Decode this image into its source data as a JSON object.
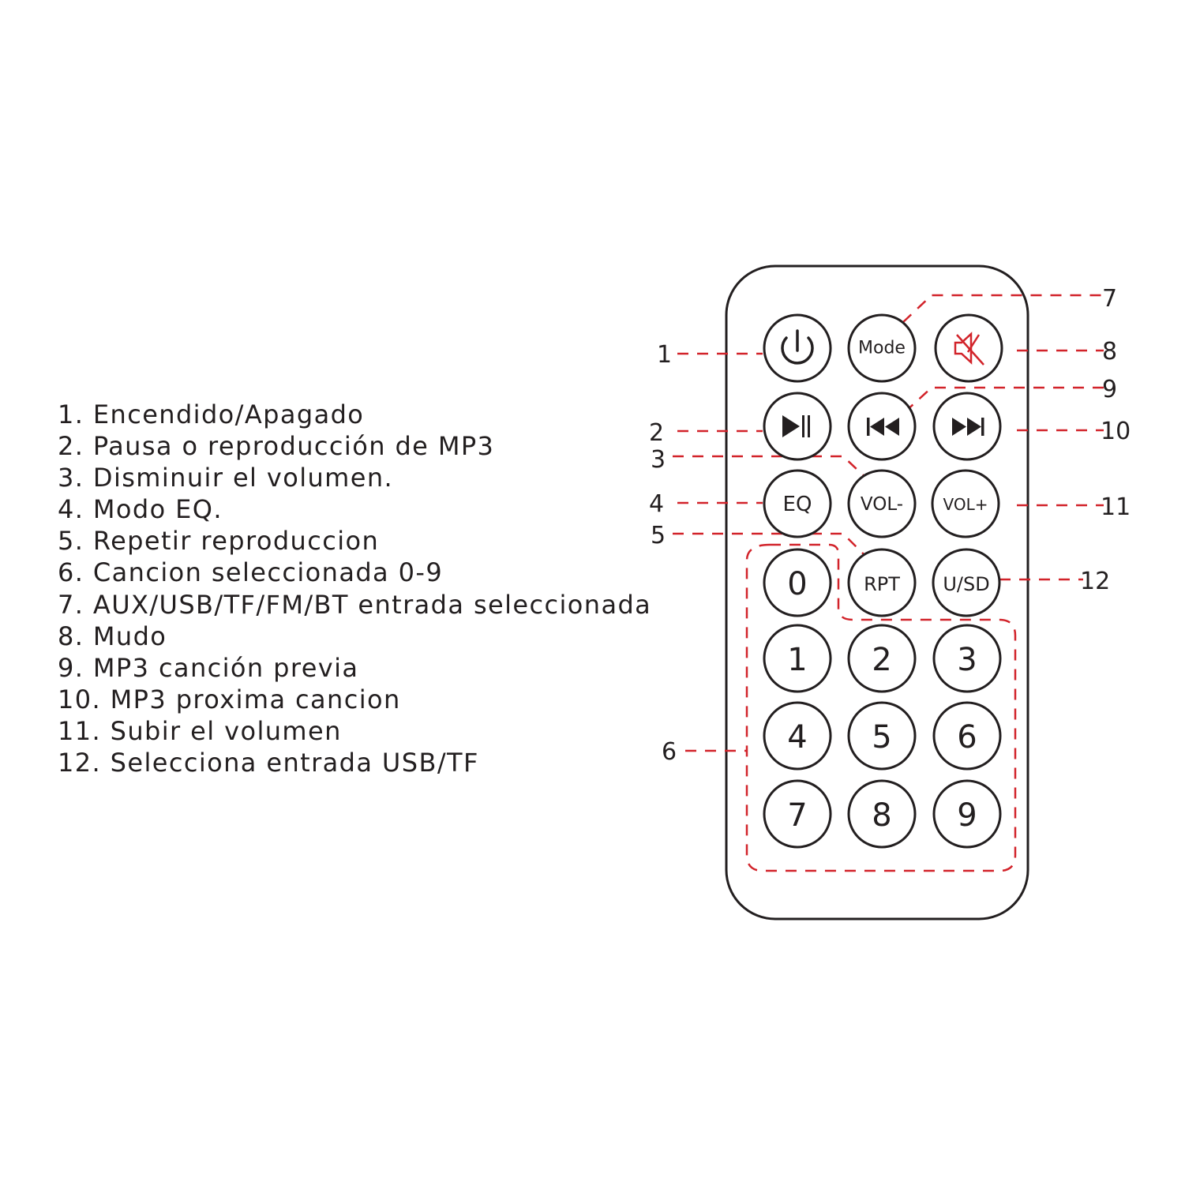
{
  "legend": {
    "items": [
      "1. Encendido/Apagado",
      "2. Pausa o reproducción de MP3",
      "3. Disminuir el volumen.",
      "4. Modo EQ.",
      "5. Repetir reproduccion",
      "6. Cancion seleccionada 0-9",
      "7. AUX/USB/TF/FM/BT entrada seleccionada",
      "8. Mudo",
      "9. MP3 canción previa",
      "10. MP3 proxima cancion",
      "11. Subir el volumen",
      "12. Selecciona entrada USB/TF"
    ]
  },
  "remote": {
    "buttons": {
      "power": {
        "icon": "power-icon"
      },
      "mode": {
        "label": "Mode"
      },
      "mute": {
        "icon": "mute-icon"
      },
      "play_pause": {
        "icon": "play-pause-icon"
      },
      "prev": {
        "icon": "previous-track-icon"
      },
      "next": {
        "icon": "next-track-icon"
      },
      "eq": {
        "label": "EQ"
      },
      "vol_down": {
        "label": "VOL-"
      },
      "vol_up": {
        "label": "VOL+"
      },
      "rpt": {
        "label": "RPT"
      },
      "usd": {
        "label": "U/SD"
      },
      "digits": [
        "0",
        "1",
        "2",
        "3",
        "4",
        "5",
        "6",
        "7",
        "8",
        "9"
      ]
    }
  },
  "callouts": [
    "1",
    "2",
    "3",
    "4",
    "5",
    "6",
    "7",
    "8",
    "9",
    "10",
    "11",
    "12"
  ],
  "colors": {
    "outline": "#231f20",
    "leader": "#d2232a",
    "mute_icon": "#d2232a"
  }
}
